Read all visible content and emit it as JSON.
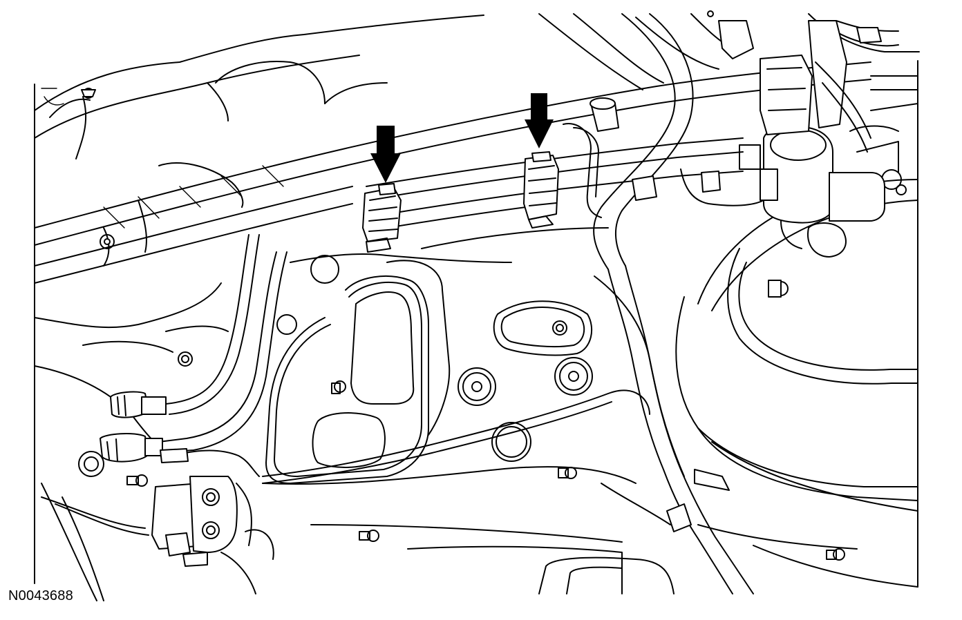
{
  "figure": {
    "id_label": "N0043688"
  },
  "callouts": [
    {
      "icon": "arrow-down-icon",
      "target": "left-clip"
    },
    {
      "icon": "arrow-down-icon",
      "target": "right-clip"
    }
  ],
  "colors": {
    "line": "#000000",
    "background": "#ffffff"
  }
}
